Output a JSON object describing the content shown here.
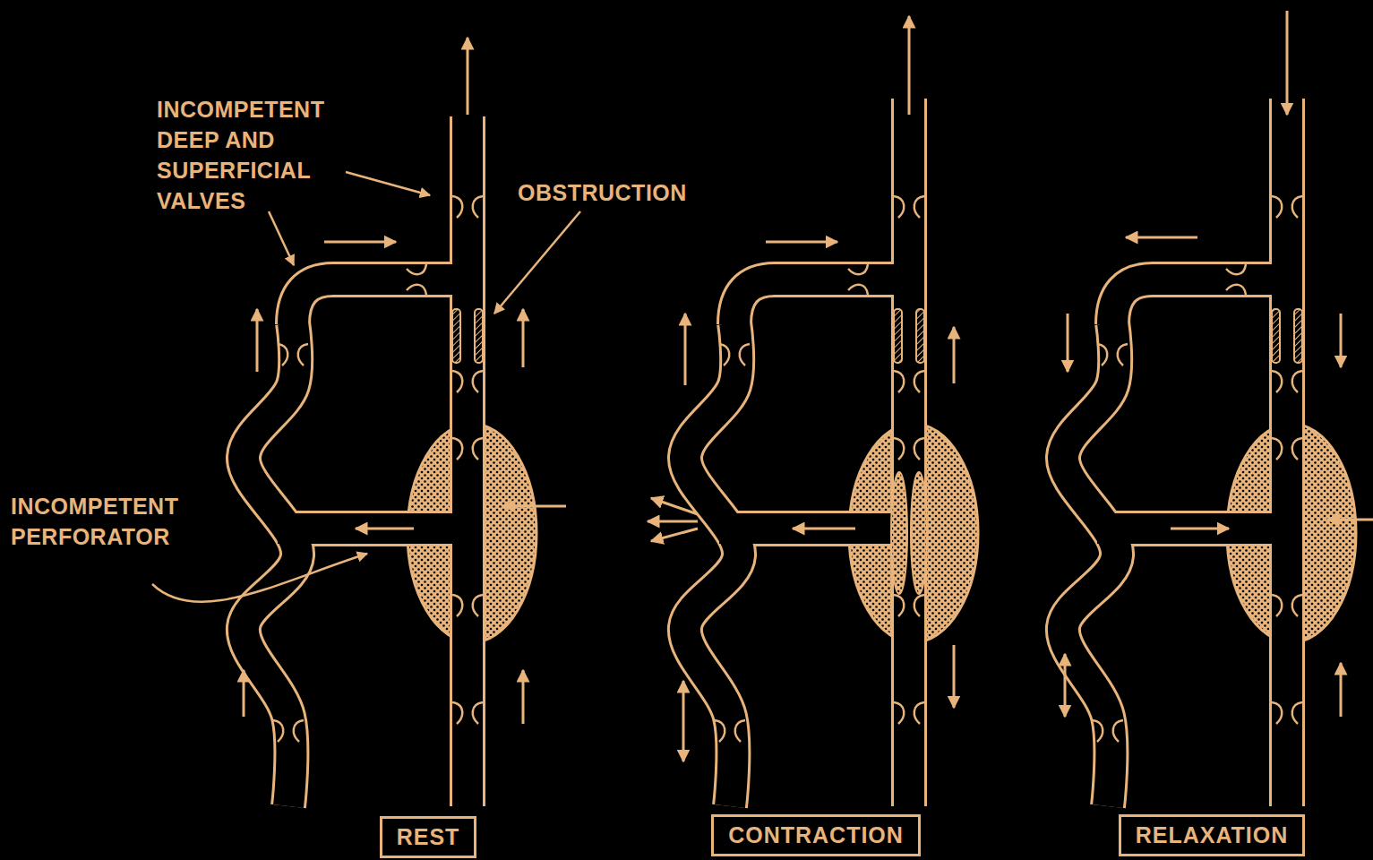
{
  "diagram": {
    "nodes": [
      {
        "text": [
          "REST"
        ]
      },
      {
        "text": [
          "CONTRACTION"
        ]
      },
      {
        "text": [
          "RELAXATION"
        ]
      }
    ],
    "labels": [
      "INCOMPETENT DEEP AND SUPERFICIAL VALVES",
      "OBSTRUCTION",
      "INCOMPETENT PERFORATOR"
    ]
  }
}
